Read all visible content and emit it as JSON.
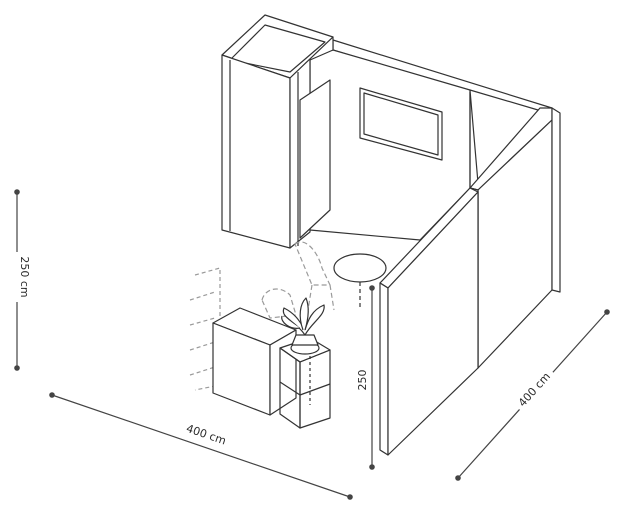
{
  "dimensions": {
    "height_left": "250 cm",
    "width_front": "400 cm",
    "depth_right": "400 cm",
    "height_center": "250"
  },
  "colors": {
    "line": "#333333",
    "wall_fill": "#ffffff",
    "label_bg": "#ffffff"
  }
}
